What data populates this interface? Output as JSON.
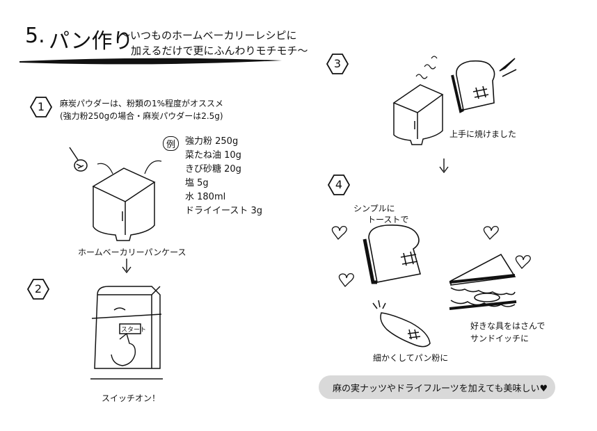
{
  "header": {
    "step_number": "5.",
    "title": "パン作り",
    "subtitle_line1": "～いつものホームベーカリーレシピに",
    "subtitle_line2": "加えるだけで更にふんわりモチモチ～"
  },
  "steps": [
    {
      "number": "1",
      "note_line1": "麻炭パウダーは、粉類の1%程度がオススメ",
      "note_line2": "(強力粉250gの場合・麻炭パウダーは2.5g)",
      "example_mark": "例",
      "recipe": [
        "強力粉 250g",
        "菜たね油 10g",
        "きび砂糖 20g",
        "塩 5g",
        "水 180ml",
        "ドライイースト 3g"
      ],
      "caption": "ホームベーカリーパンケース"
    },
    {
      "number": "2",
      "button_label": "スタート",
      "caption": "スイッチオン！"
    },
    {
      "number": "3",
      "caption": "上手に焼けました"
    },
    {
      "number": "4",
      "toast_caption_line1": "シンプルに",
      "toast_caption_line2": "トーストで",
      "sandwich_caption_line1": "好きな具をはさんで",
      "sandwich_caption_line2": "サンドイッチに",
      "crumb_caption": "細かくしてパン粉に"
    }
  ],
  "tip": "麻の実ナッツやドライフルーツを加えても美味しい♥"
}
